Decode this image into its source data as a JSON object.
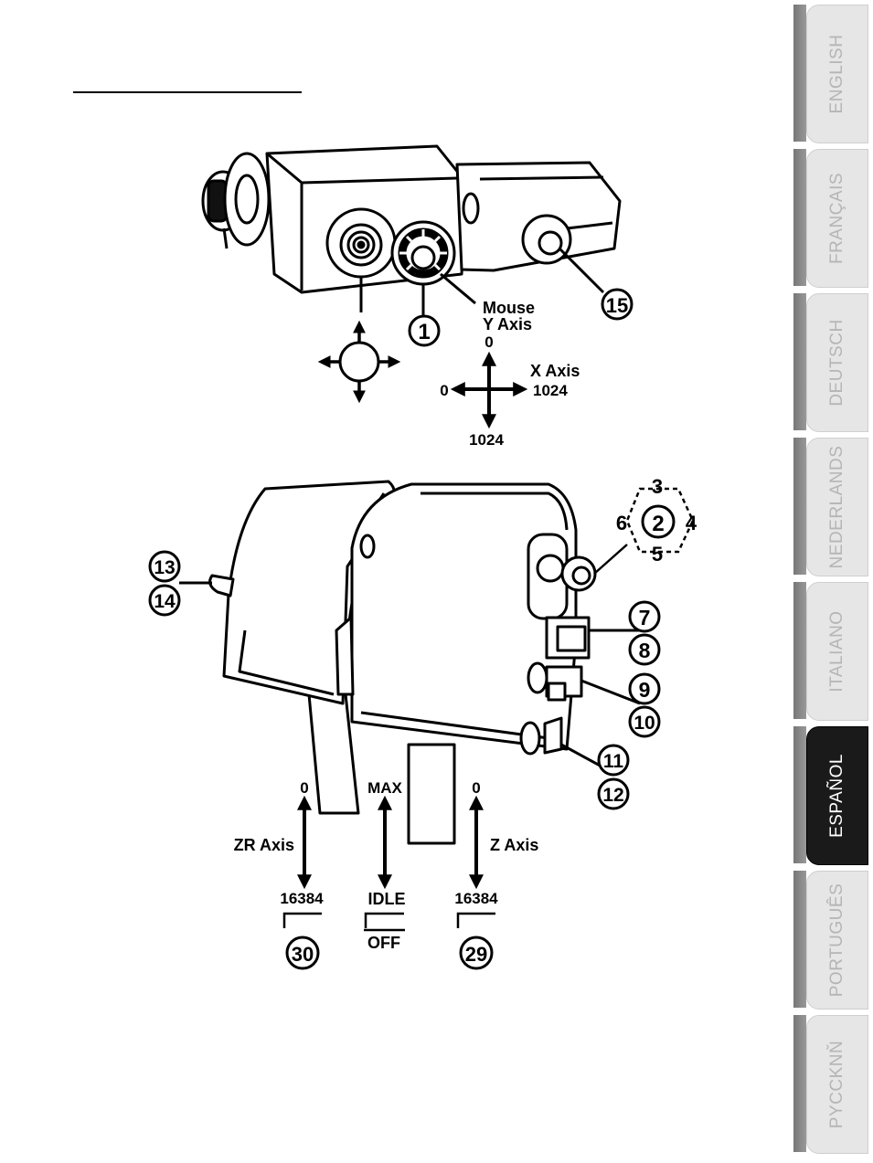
{
  "top_diagram": {
    "callouts": [
      "1",
      "15"
    ],
    "mouse_label_line1": "Mouse",
    "mouse_label_line2": "Y Axis",
    "y_top": "0",
    "y_bottom": "1024",
    "x_left": "0",
    "x_right": "1024",
    "x_label": "X Axis"
  },
  "bottom_diagram": {
    "hat_numbers": {
      "top": "3",
      "center": "2",
      "right": "4",
      "left": "6",
      "bottom": "5"
    },
    "callouts": [
      "13",
      "14",
      "7",
      "8",
      "9",
      "10",
      "11",
      "12"
    ],
    "zr_top": "0",
    "zr_label": "ZR Axis",
    "zr_bottom": "16384",
    "max_label": "MAX",
    "idle_label": "IDLE",
    "off_label": "OFF",
    "z_top": "0",
    "z_label": "Z Axis",
    "z_bottom": "16384",
    "bottom_callouts": [
      "30",
      "29"
    ]
  },
  "sidebar": {
    "tabs": [
      "ENGLISH",
      "FRANÇAIS",
      "DEUTSCH",
      "NEDERLANDS",
      "ITALIANO",
      "ESPAÑOL",
      "PORTUGUÊS",
      "PYCCKNŇ"
    ],
    "active": "ESPAÑOL"
  }
}
